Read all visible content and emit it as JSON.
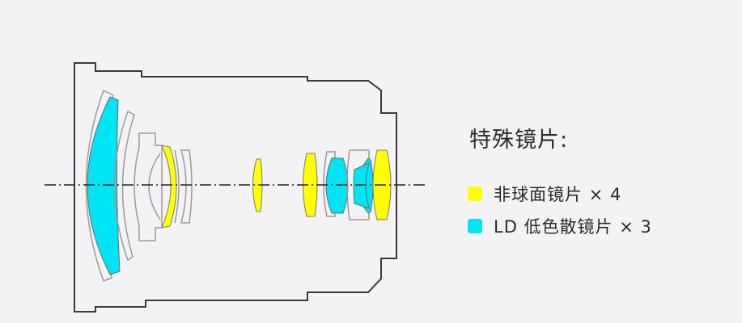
{
  "legend": {
    "title": "特殊镜片:",
    "items": [
      {
        "key": "aspherical",
        "label": "非球面镜片 × 4",
        "color": "#ffff00"
      },
      {
        "key": "ld",
        "label": "LD 低色散镜片 × 3",
        "color": "#00e5f5"
      }
    ]
  },
  "colors": {
    "background": "#f3f3f5",
    "outline": "#3a3a3a",
    "inner_element": "#9a9a9a",
    "aspherical": "#ffff00",
    "ld": "#00e5f5",
    "element_stroke": "#7a7a7a"
  }
}
